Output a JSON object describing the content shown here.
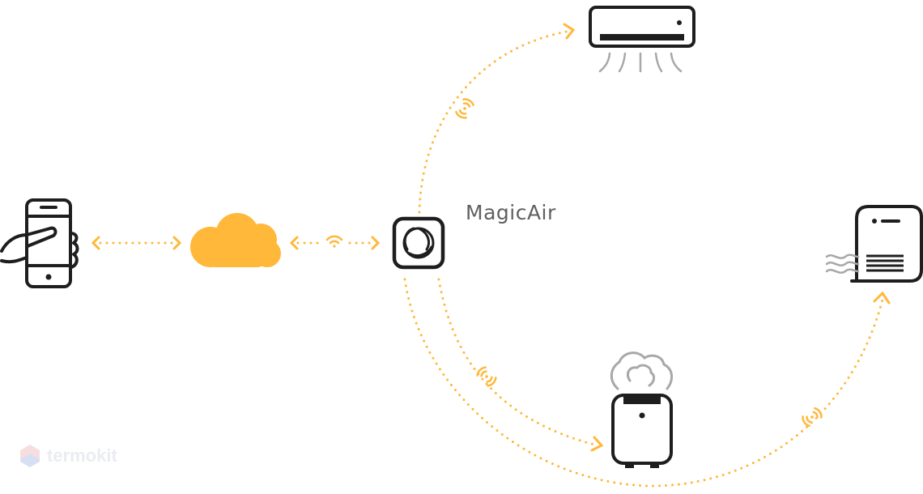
{
  "brand": {
    "name": "MagicAir"
  },
  "watermark": {
    "text": "termokit"
  },
  "colors": {
    "connection": "#ffb83a",
    "cloud": "#ffb83a",
    "outline": "#1e1e1e",
    "airflow": "#a8a8a8",
    "watermark": "#d8dde6"
  },
  "nodes": [
    {
      "id": "smartphone",
      "icon": "hand-holding-phone-icon"
    },
    {
      "id": "cloud",
      "icon": "cloud-icon"
    },
    {
      "id": "magicair-hub",
      "icon": "magicair-hub-icon"
    },
    {
      "id": "air-conditioner",
      "icon": "split-air-conditioner-icon"
    },
    {
      "id": "humidifier",
      "icon": "humidifier-icon"
    },
    {
      "id": "breezer",
      "icon": "breezer-ventilator-icon"
    }
  ],
  "connections": [
    {
      "from": "smartphone",
      "to": "cloud",
      "wireless": false
    },
    {
      "from": "cloud",
      "to": "magicair-hub",
      "wireless": true
    },
    {
      "from": "magicair-hub",
      "to": "air-conditioner",
      "wireless": true
    },
    {
      "from": "magicair-hub",
      "to": "humidifier",
      "wireless": true
    },
    {
      "from": "magicair-hub",
      "to": "breezer",
      "wireless": true
    }
  ]
}
